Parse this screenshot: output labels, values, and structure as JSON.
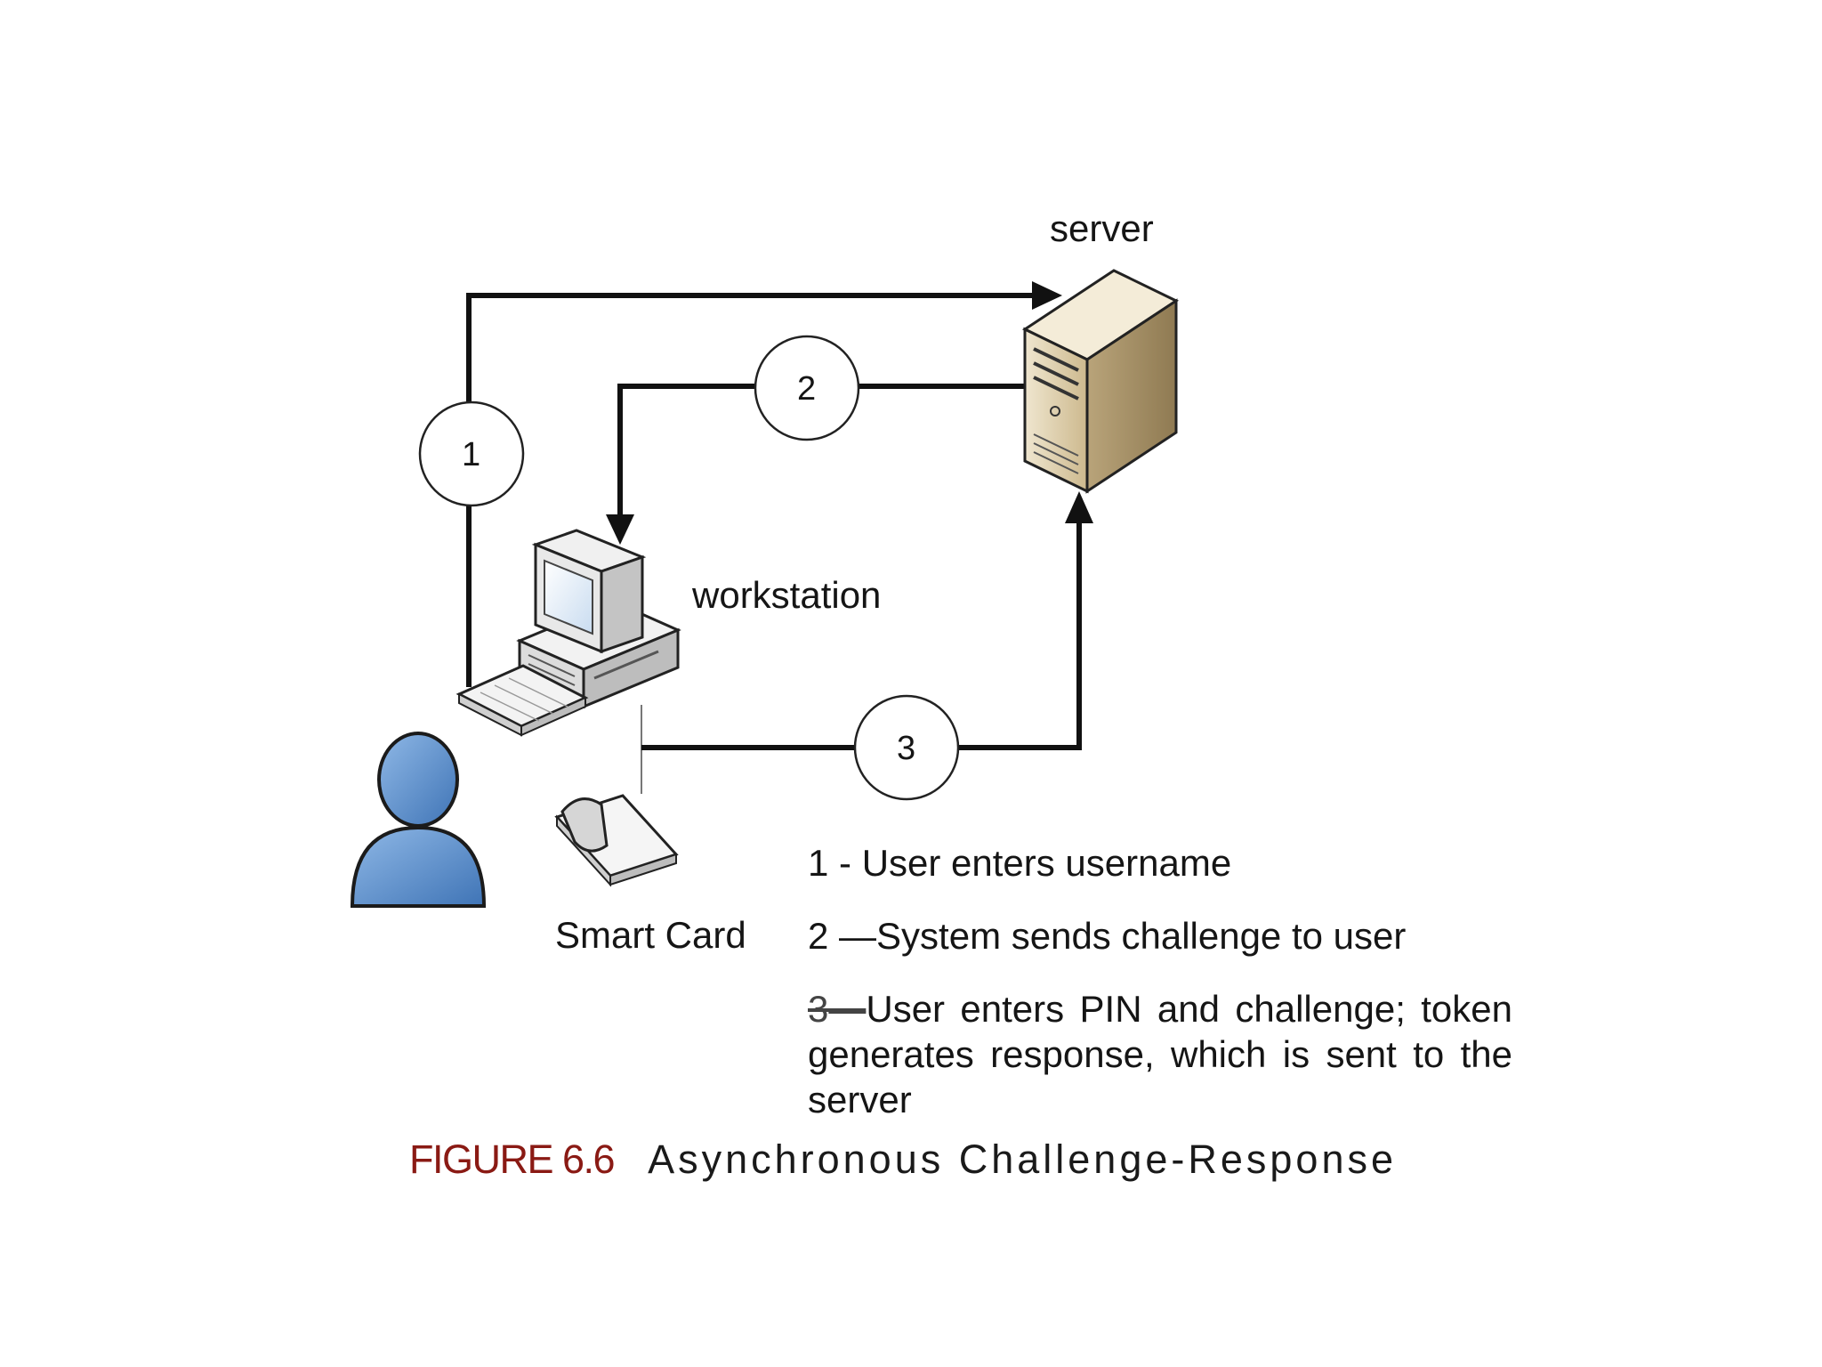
{
  "nodes": {
    "server": "server",
    "workstation": "workstation",
    "smart_card": "Smart Card"
  },
  "badges": [
    "1",
    "2",
    "3"
  ],
  "steps": [
    {
      "num": "1 - ",
      "text": " User enters username"
    },
    {
      "num": "2 —",
      "text": "System sends challenge to user"
    },
    {
      "num": "3—",
      "text": "User enters PIN and challenge; token generates response, which is sent to the server"
    }
  ],
  "caption": {
    "label": "FIGURE 6.6",
    "title": "Asynchronous Challenge-Response"
  },
  "colors": {
    "caption_label": "#8a1a14",
    "user_blue": "#4f86c6",
    "server_beige": "#d9c9a3"
  }
}
